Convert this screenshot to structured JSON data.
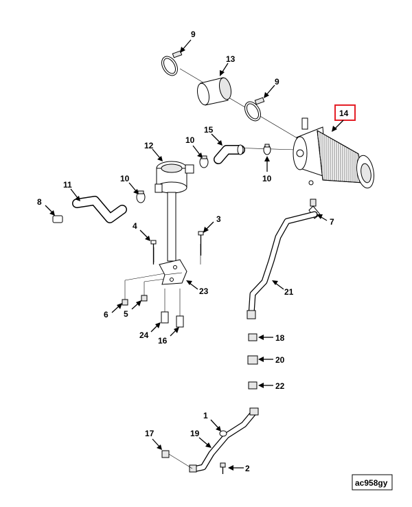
{
  "callouts": {
    "c1": "1",
    "c2": "2",
    "c3": "3",
    "c4": "4",
    "c5": "5",
    "c6": "6",
    "c7": "7",
    "c8": "8",
    "c9a": "9",
    "c9b": "9",
    "c10a": "10",
    "c10b": "10",
    "c10c": "10",
    "c11": "11",
    "c12": "12",
    "c13": "13",
    "c14": "14",
    "c15": "15",
    "c16": "16",
    "c17": "17",
    "c18": "18",
    "c19": "19",
    "c20": "20",
    "c21": "21",
    "c22": "22",
    "c23": "23",
    "c24": "24"
  },
  "highlight_color": "#e41e26",
  "reference_code": "ac958gy"
}
